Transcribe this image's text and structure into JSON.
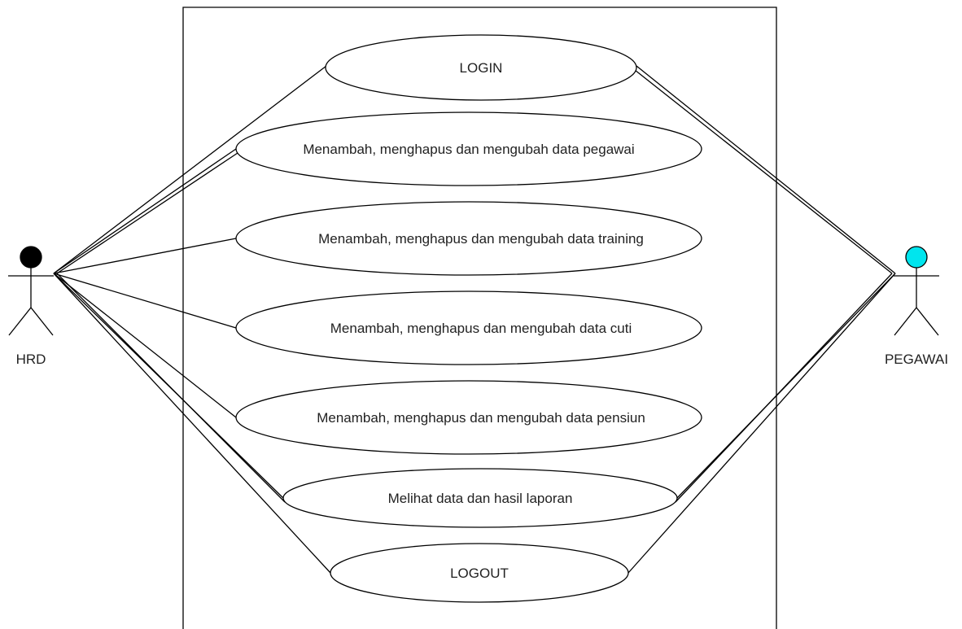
{
  "colors": {
    "stroke": "#000000",
    "hrd_head": "#000000",
    "pegawai_head": "#00e5ee",
    "text": "#222222",
    "background": "#ffffff"
  },
  "actors": {
    "hrd": {
      "label": "HRD"
    },
    "pegawai": {
      "label": "PEGAWAI"
    }
  },
  "use_cases": [
    {
      "id": "login",
      "label": "LOGIN"
    },
    {
      "id": "data-pegawai",
      "label": "Menambah, menghapus dan mengubah data pegawai"
    },
    {
      "id": "data-training",
      "label": "Menambah, menghapus dan mengubah data training"
    },
    {
      "id": "data-cuti",
      "label": "Menambah, menghapus dan mengubah data cuti"
    },
    {
      "id": "data-pensiun",
      "label": "Menambah, menghapus dan mengubah data pensiun"
    },
    {
      "id": "lihat-laporan",
      "label": "Melihat data dan hasil laporan"
    },
    {
      "id": "logout",
      "label": "LOGOUT"
    }
  ]
}
